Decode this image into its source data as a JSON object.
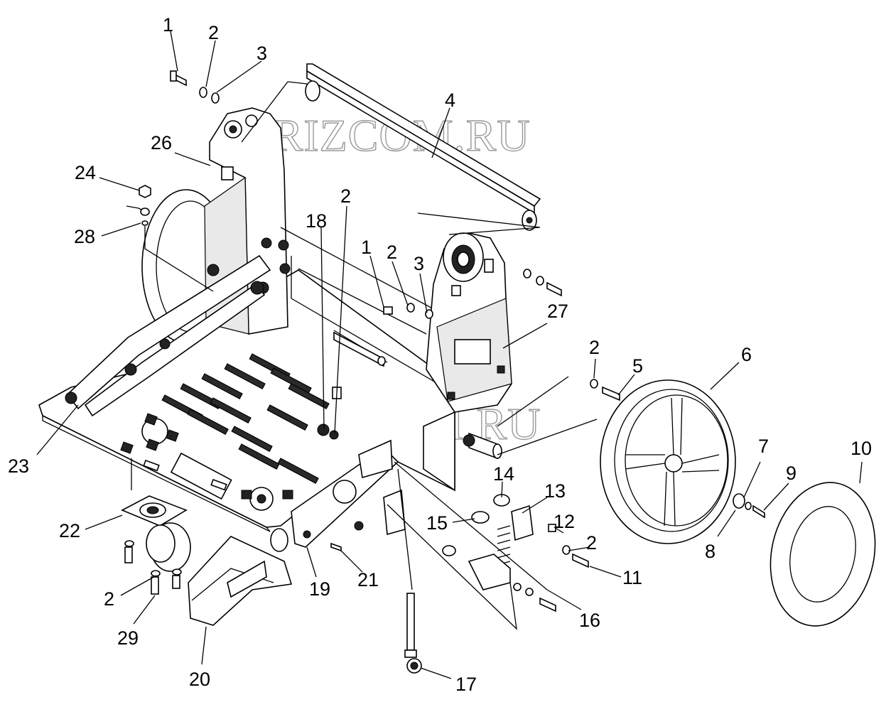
{
  "watermark": "BRIZCOM.RU",
  "callouts": [
    "1",
    "2",
    "3",
    "4",
    "5",
    "6",
    "7",
    "8",
    "9",
    "10",
    "11",
    "12",
    "13",
    "14",
    "15",
    "16",
    "17",
    "18",
    "19",
    "20",
    "21",
    "22",
    "23",
    "24",
    "26",
    "27",
    "28",
    "29"
  ],
  "labels": {
    "l1a": "1",
    "l2a": "2",
    "l3a": "3",
    "l4": "4",
    "l26": "26",
    "l24": "24",
    "l28": "28",
    "l18": "18",
    "l2b": "2",
    "l1b": "1",
    "l2c": "2",
    "l3b": "3",
    "l27": "27",
    "l2d": "2",
    "l5": "5",
    "l6": "6",
    "l7": "7",
    "l9": "9",
    "l10": "10",
    "l8": "8",
    "l23": "23",
    "l14": "14",
    "l13": "13",
    "l15": "15",
    "l12": "12",
    "l2e": "2",
    "l11": "11",
    "l22": "22",
    "l19": "19",
    "l21": "21",
    "l16": "16",
    "l2f": "2",
    "l29": "29",
    "l20": "20",
    "l17": "17"
  }
}
